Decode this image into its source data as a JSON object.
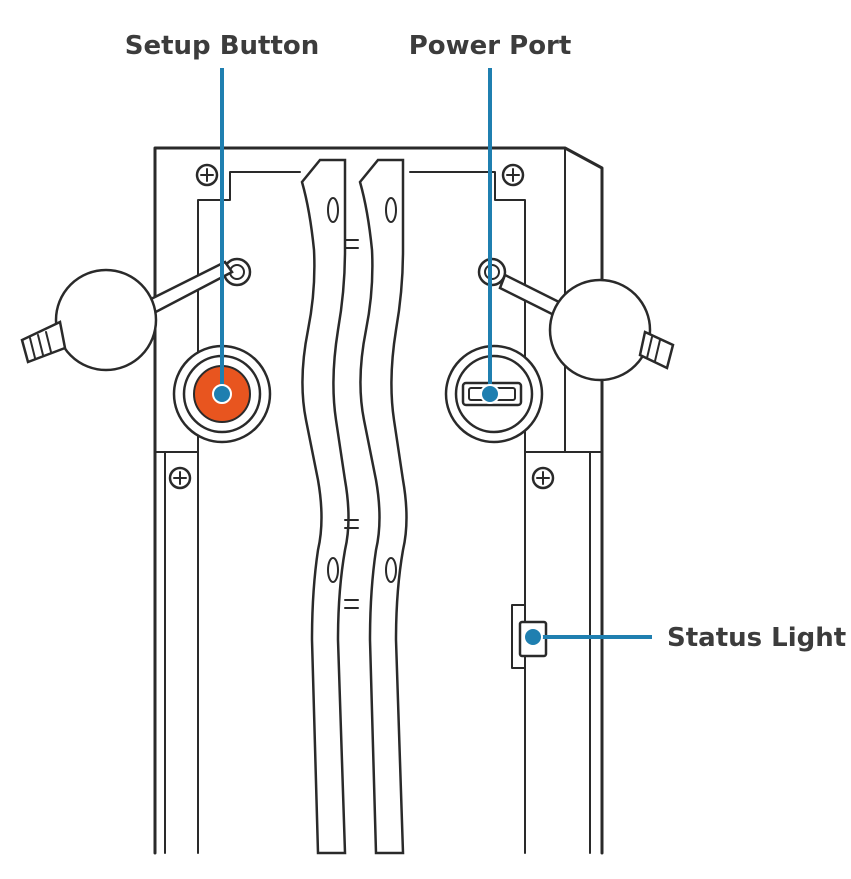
{
  "labels": {
    "setup_button": "Setup Button",
    "power_port": "Power Port",
    "status_light": "Status Light"
  },
  "colors": {
    "callout": "#1f7fb0",
    "setup_button": "#e8551f",
    "outline": "#2a2a2a",
    "label_text": "#3c3c3c"
  },
  "icons": [
    "screw-icon",
    "usb-port-icon"
  ]
}
